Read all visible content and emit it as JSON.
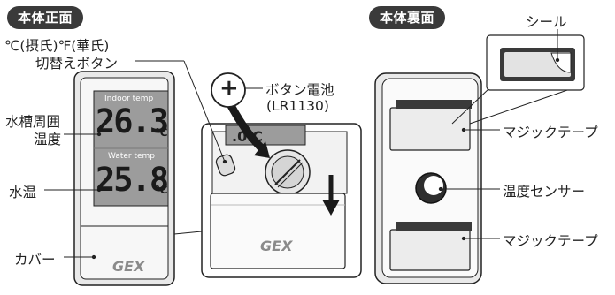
{
  "front": {
    "badge": "本体正面",
    "switch_button_line1": "℃(摂氏)℉(華氏)",
    "switch_button_line2": "切替えボタン",
    "battery_line1": "ボタン電池",
    "battery_line2": "(LR1130)",
    "tank_temp_line1": "水槽周囲",
    "tank_temp_line2": "温度",
    "water_temp": "水温",
    "cover": "カバー",
    "display_indoor_label": "Indoor temp",
    "display_water_label": "Water temp",
    "display_indoor_value": "26.3",
    "display_water_value": "25.8",
    "display_unit": "℃",
    "brand_logo": "GEX",
    "plus_sign": "+"
  },
  "back": {
    "badge": "本体裏面",
    "seal": "シール",
    "magic_tape_top": "マジックテープ",
    "sensor": "温度センサー",
    "magic_tape_bottom": "マジックテープ"
  },
  "colors": {
    "badge_bg": "#3a3a3a",
    "lcd_bg": "#9a9a9a",
    "device_bg": "#f7f7f7",
    "line": "#222222"
  }
}
